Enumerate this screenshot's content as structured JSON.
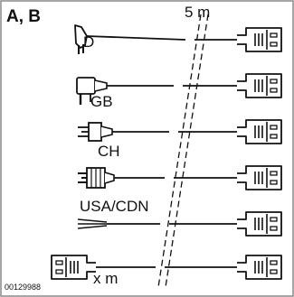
{
  "labels": {
    "panel": "A, B",
    "length_fixed": "5 m",
    "length_variable": "x m",
    "figure_id": "00129988"
  },
  "plugs": [
    {
      "code": "D"
    },
    {
      "code": "GB"
    },
    {
      "code": "CH"
    },
    {
      "code": "USA/CDN"
    }
  ]
}
